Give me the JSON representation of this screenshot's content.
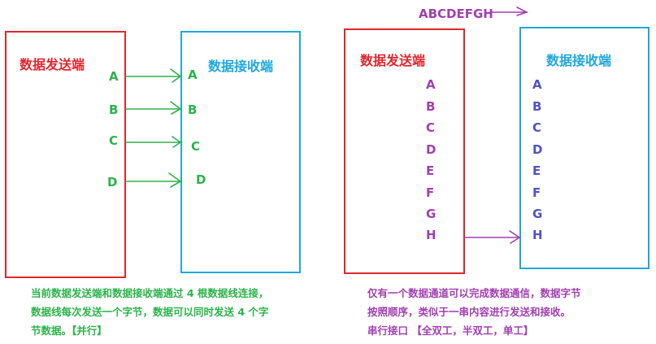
{
  "colors": {
    "red": "#e0262d",
    "blue": "#1ea7dd",
    "green": "#2bb34a",
    "purple": "#a13fb0",
    "indigo": "#5052c7"
  },
  "parallel": {
    "sender_title": "数据发送端",
    "receiver_title": "数据接收端",
    "sender_letters": [
      "A",
      "B",
      "C",
      "D"
    ],
    "receiver_letters": [
      "A",
      "B",
      "C",
      "D"
    ],
    "caption_lines": [
      "当前数据发送端和数据接收端通过 4 根数据线连接，",
      "数据线每次发送一个字节，数据可以同时发送 4 个字",
      "节数据。【并行】"
    ]
  },
  "serial": {
    "stream_label": "ABCDEFGH",
    "sender_title": "数据发送端",
    "receiver_title": "数据接收端",
    "sender_letters": [
      "A",
      "B",
      "C",
      "D",
      "E",
      "F",
      "G",
      "H"
    ],
    "receiver_letters": [
      "A",
      "B",
      "C",
      "D",
      "E",
      "F",
      "G",
      "H"
    ],
    "caption_lines": [
      "仅有一个数据通道可以完成数据通信，数据字节",
      "按照顺序，类似于一串内容进行发送和接收。",
      "串行接口 【全双工，半双工，单工】"
    ]
  }
}
